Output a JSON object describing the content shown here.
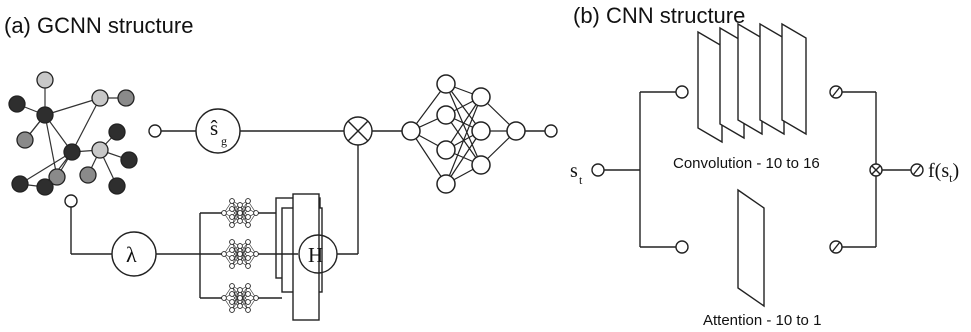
{
  "panel_a": {
    "title": "(a) GCNN structure",
    "sg_label": "ŝ",
    "sg_sub": "g",
    "lambda_label": "λ",
    "h_label": "H"
  },
  "panel_b": {
    "title": "(b) CNN structure",
    "input_label": "s",
    "input_sub": "t",
    "output_label_pre": "f(s",
    "output_sub": "t",
    "output_label_post": ")",
    "conv_label": "Convolution - 10 to 16",
    "attn_label": "Attention - 10 to 1"
  },
  "colors": {
    "light": "#c8c8c8",
    "mid": "#8a8a8a",
    "dark": "#2e2e2e",
    "line": "#222222"
  }
}
